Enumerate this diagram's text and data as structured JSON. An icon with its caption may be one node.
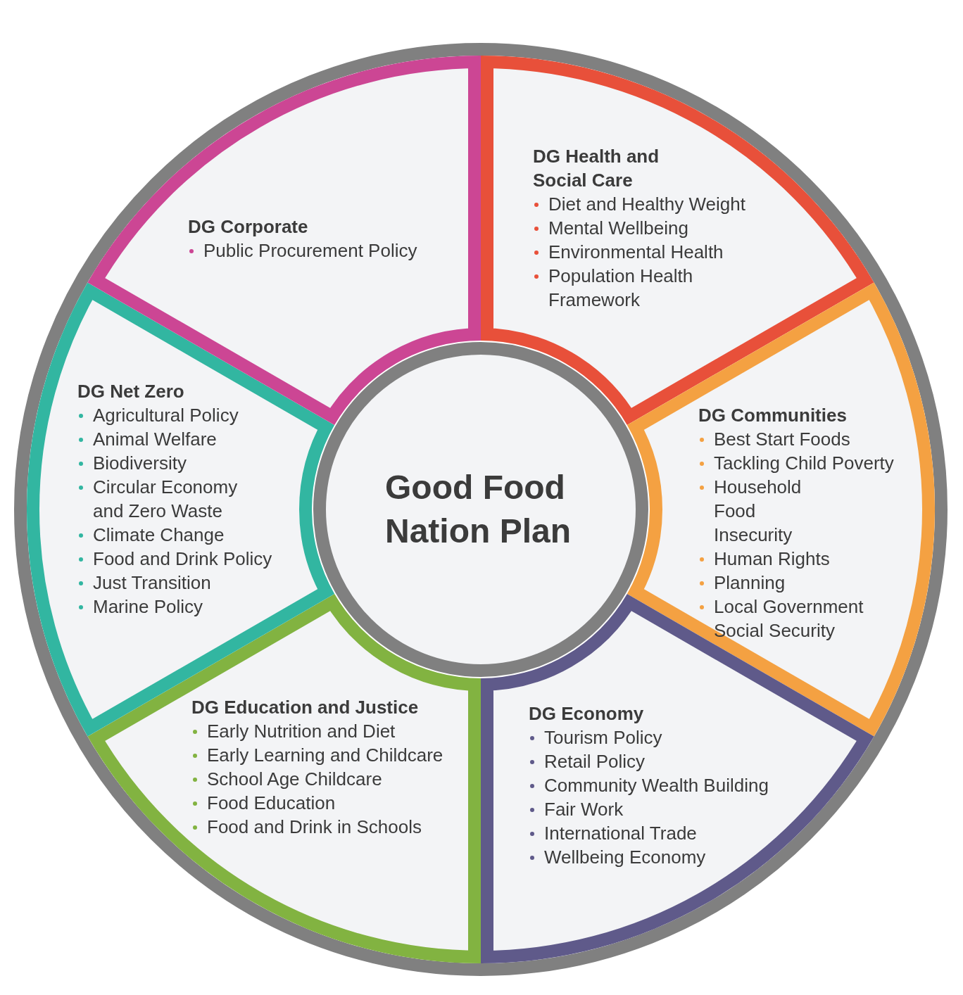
{
  "diagram": {
    "nodes": [
      {
        "text": [
          "Good Food Nation Plan"
        ]
      },
      {
        "text": [
          "DG Health and Social Care",
          "Diet and Healthy Weight",
          "Mental Wellbeing",
          "Environmental Health",
          "Population Health Framework"
        ]
      },
      {
        "text": [
          "DG Communities",
          "Best Start Foods",
          "Tackling Child Poverty",
          "Household Food Insecurity",
          "Human Rights",
          "Planning",
          "Local Government",
          "Social Security"
        ]
      },
      {
        "text": [
          "DG Economy",
          "Tourism Policy",
          "Retail Policy",
          "Community Wealth Building",
          "Fair Work",
          "International Trade",
          "Wellbeing Economy"
        ]
      },
      {
        "text": [
          "DG Education and Justice",
          "Early Nutrition and Diet",
          "Early Learning and Childcare",
          "School Age Childcare",
          "Food Education",
          "Food and Drink in Schools"
        ]
      },
      {
        "text": [
          "DG Net Zero",
          "Agricultural Policy",
          "Animal Welfare",
          "Biodiversity",
          "Circular Economy and Zero Waste",
          "Climate Change",
          "Food and Drink Policy",
          "Just Transition",
          "Marine Policy"
        ]
      },
      {
        "text": [
          "DG Corporate",
          "Public Procurement Policy"
        ]
      }
    ]
  }
}
